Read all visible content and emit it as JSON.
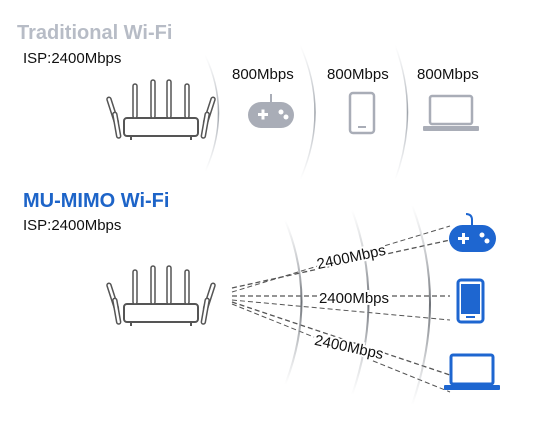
{
  "traditional": {
    "title": "Traditional  Wi-Fi",
    "isp": "ISP:2400Mbps",
    "speeds": [
      "800Mbps",
      "800Mbps",
      "800Mbps"
    ]
  },
  "mumimo": {
    "title": "MU-MIMO  Wi-Fi",
    "isp": "ISP:2400Mbps",
    "speeds": [
      "2400Mbps",
      "2400Mbps",
      "2400Mbps"
    ]
  },
  "colors": {
    "traditional_title": "#b7bcc6",
    "mumimo_title": "#1d64c8",
    "traditional_device": "#a9adb7",
    "mumimo_device": "#1e66d0"
  },
  "icons": [
    "router-icon",
    "gamepad-icon",
    "phone-icon",
    "laptop-icon"
  ]
}
